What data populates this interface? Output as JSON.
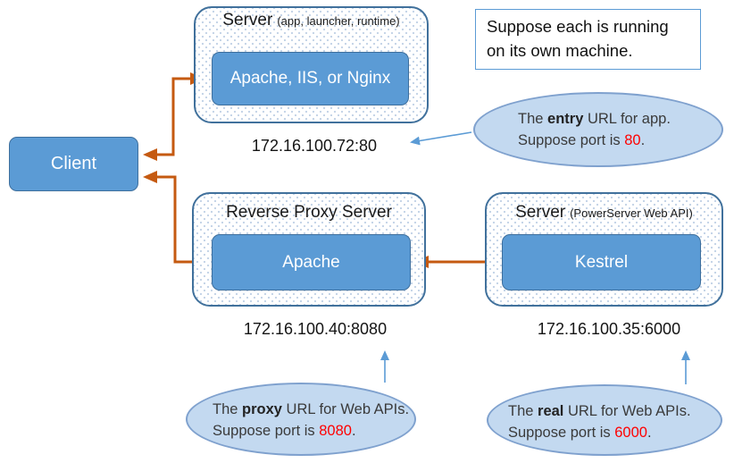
{
  "colors": {
    "node_fill": "#5B9BD5",
    "node_border": "#41719C",
    "connector_orange": "#C55A11",
    "callout_fill": "#C3D9F0",
    "callout_border": "#7FA1CE",
    "callout_arrow_blue": "#5B9BD5",
    "port_red": "#FF0000"
  },
  "client": {
    "label": "Client"
  },
  "app_server": {
    "title_main": "Server",
    "title_sub": "(app, launcher, runtime)",
    "inner_label": "Apache, IIS, or Nginx",
    "address": "172.16.100.72:80"
  },
  "proxy_server": {
    "title_main": "Reverse Proxy Server",
    "inner_label": "Apache",
    "address": "172.16.100.40:8080"
  },
  "api_server": {
    "title_main": "Server",
    "title_sub": "(PowerServer Web API)",
    "inner_label": "Kestrel",
    "address": "172.16.100.35:6000"
  },
  "note": {
    "line1": "Suppose each is running",
    "line2": "on its own machine."
  },
  "callouts": {
    "entry": {
      "pre": "The ",
      "bold": "entry",
      "post": " URL for app.",
      "port_pre": "Suppose port is ",
      "port": "80",
      "port_post": "."
    },
    "proxy": {
      "pre": "The ",
      "bold": "proxy",
      "post": " URL for Web APIs.",
      "port_pre": "Suppose port is ",
      "port": "8080",
      "port_post": "."
    },
    "real": {
      "pre": "The ",
      "bold": "real",
      "post": " URL for Web APIs.",
      "port_pre": "Suppose port is ",
      "port": "6000",
      "port_post": "."
    }
  }
}
